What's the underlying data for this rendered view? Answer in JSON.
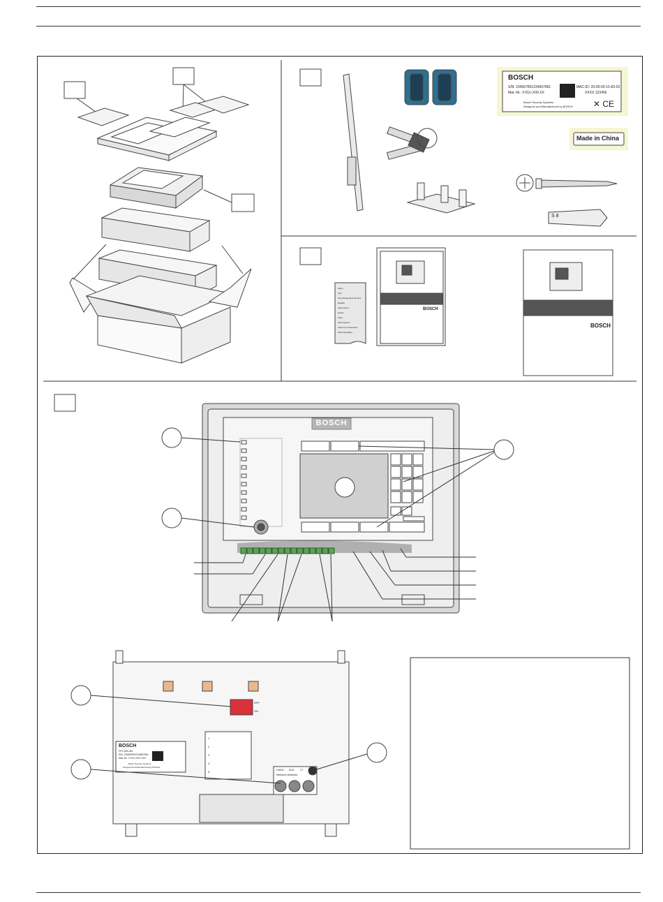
{
  "label_module": {
    "brand": "BOSCH",
    "serial_label": "S/N:",
    "serial_value": "234567891234567891",
    "mac_label": "MAC-ID:",
    "mac_value": "20-00-00-15-83-02",
    "mat_label": "Mat.-Nr.:",
    "mat_value": "F.01U.X00.XX",
    "version_value": "XXXX 123456",
    "maker_line1": "Bosch Security Systems",
    "maker_line2": "Designed and Manufactured by BOSCH"
  },
  "made_in": "Made in China",
  "dowel_size": "S 8",
  "manual_brand": "BOSCH",
  "panel_brand": "BOSCH",
  "led_strip": {
    "items": [
      "Alarm",
      "Test",
      "Fire Extinguisher Service",
      "Disable",
      "Supervision",
      "Power",
      "Fault",
      "Fault System",
      "Fault Communication",
      "Fault Signalling"
    ]
  },
  "rear_label": {
    "brand": "BOSCH",
    "model": "FPC-500-4M",
    "serial_line": "S/N: 234567891234567891",
    "mat_line": "Mat.-Nr.: F.01U.XXX.XXX",
    "maker_line1": "Bosch Security Systems",
    "maker_line2": "Designed and Manufactured by BOSCH"
  },
  "terminal_rows": [
    "1",
    "2",
    "3",
    "4",
    "5"
  ],
  "network_labels": {
    "t1": "LNED",
    "t2": "ALE",
    "t3": "LT",
    "caption": "Network Address"
  },
  "dip_labels": {
    "on": "ON",
    "off": "OFF"
  },
  "colors": {
    "label_bg": "#f6f6d2",
    "ferrite": "#2f6f8f",
    "dip_red": "#d8323a",
    "terminal_green": "#5fa05a",
    "potentiometer": "#e8b890",
    "panel_frame": "#d9d9d9"
  }
}
